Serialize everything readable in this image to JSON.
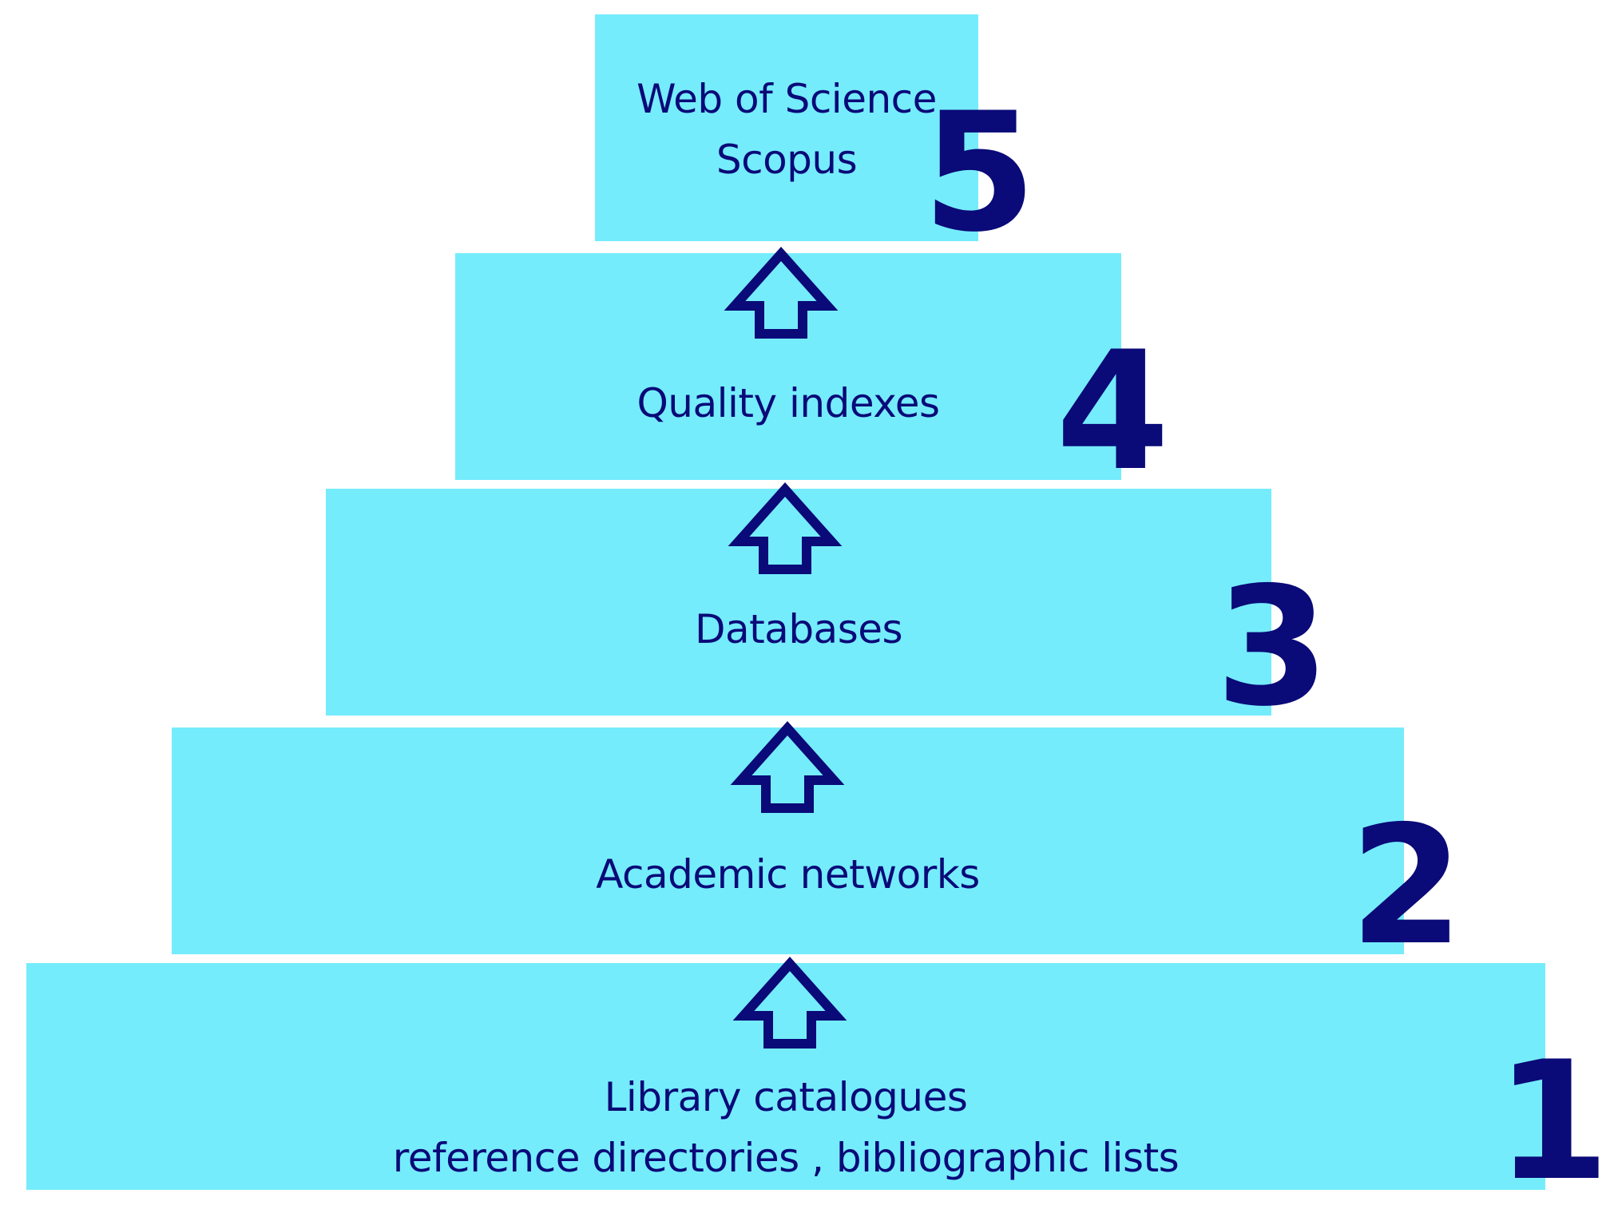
{
  "colors": {
    "tier_fill": "#75ecfc",
    "text": "#0a0a78",
    "arrow": "#0a0a78"
  },
  "pyramid": {
    "tiers": [
      {
        "number": "5",
        "lines": [
          "Web of Science",
          "Scopus"
        ]
      },
      {
        "number": "4",
        "lines": [
          "Quality indexes"
        ]
      },
      {
        "number": "3",
        "lines": [
          "Databases"
        ]
      },
      {
        "number": "2",
        "lines": [
          "Academic networks"
        ]
      },
      {
        "number": "1",
        "lines": [
          "Library catalogues",
          "reference directories , bibliographic lists"
        ]
      }
    ],
    "arrow_icon": "up-arrow-outline-icon"
  }
}
